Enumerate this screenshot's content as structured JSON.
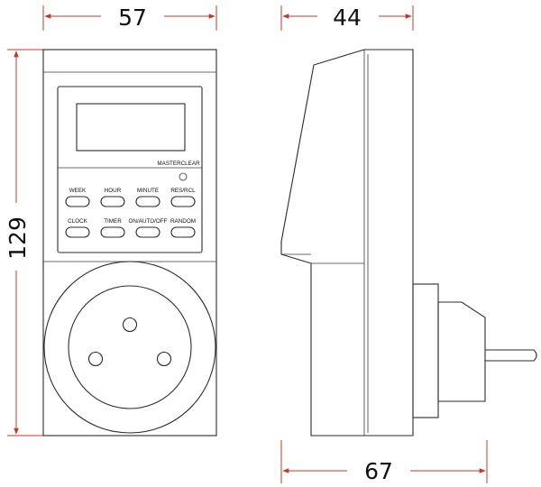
{
  "dimensions": {
    "front_width": "57",
    "side_depth": "44",
    "height": "129",
    "total_depth": "67"
  },
  "labels": {
    "masterclear": "MASTERCLEAR",
    "buttons_row1": [
      "WEEK",
      "HOUR",
      "MINUTE",
      "RES/RCL"
    ],
    "buttons_row2": [
      "CLOCK",
      "TIMER",
      "ON/AUTO/OFF",
      "RANDOM"
    ]
  },
  "colors": {
    "dimension_line": "#c0392b",
    "outline": "#2b2b2b"
  }
}
